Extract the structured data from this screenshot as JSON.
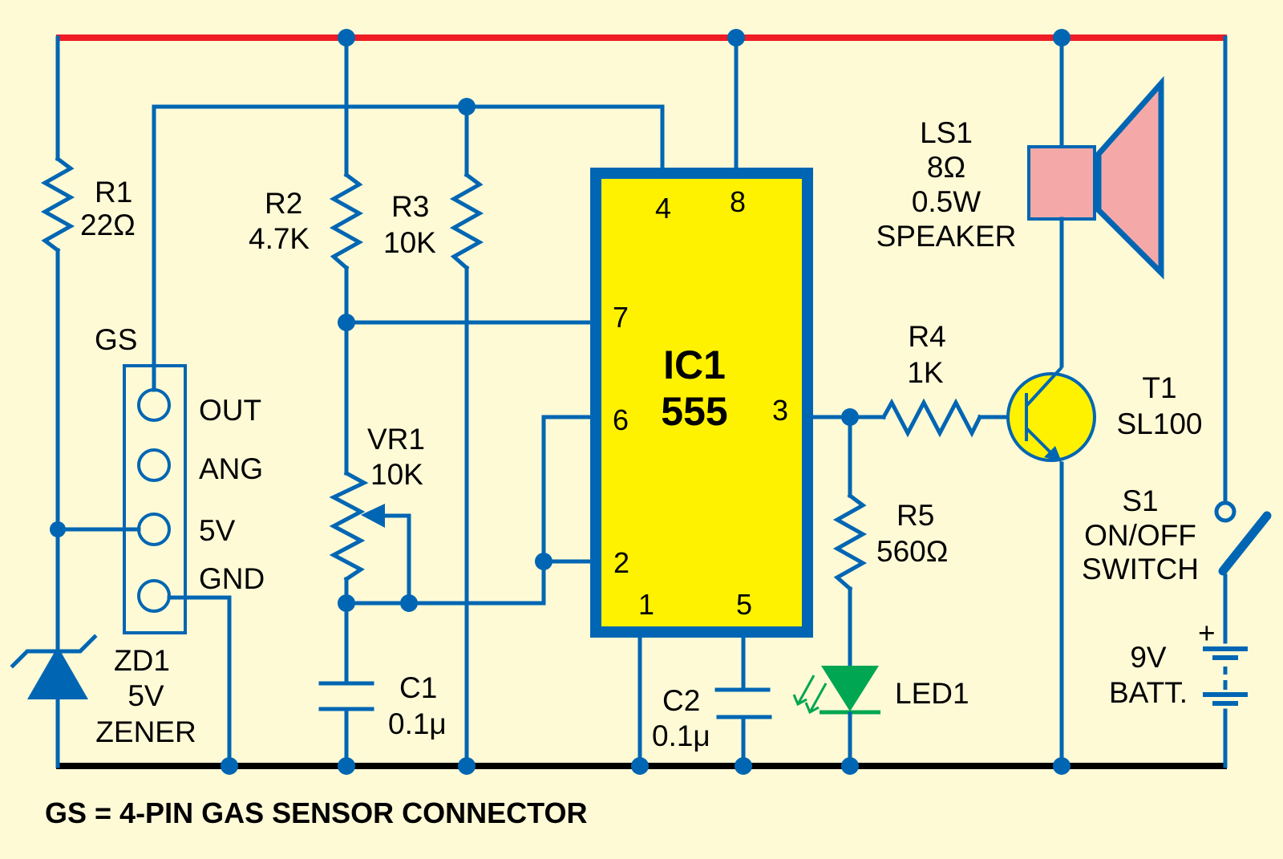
{
  "colors": {
    "background": "#fefad6",
    "wire": "#0066b3",
    "positive_rail": "#ee1c25",
    "ground_rail": "#000000",
    "ic_fill": "#fff200",
    "speaker_fill": "#f4a9a8",
    "led": "#00a651"
  },
  "components": {
    "r1": {
      "ref": "R1",
      "value": "22Ω"
    },
    "r2": {
      "ref": "R2",
      "value": "4.7K"
    },
    "r3": {
      "ref": "R3",
      "value": "10K"
    },
    "r4": {
      "ref": "R4",
      "value": "1K"
    },
    "r5": {
      "ref": "R5",
      "value": "560Ω"
    },
    "vr1": {
      "ref": "VR1",
      "value": "10K"
    },
    "c1": {
      "ref": "C1",
      "value": "0.1μ"
    },
    "c2": {
      "ref": "C2",
      "value": "0.1μ"
    },
    "ic1": {
      "ref": "IC1",
      "value": "555",
      "pins": {
        "p1": "1",
        "p2": "2",
        "p3": "3",
        "p4": "4",
        "p5": "5",
        "p6": "6",
        "p7": "7",
        "p8": "8"
      }
    },
    "ls1": {
      "ref": "LS1",
      "line1": "8Ω",
      "line2": "0.5W",
      "line3": "SPEAKER"
    },
    "t1": {
      "ref": "T1",
      "value": "SL100"
    },
    "s1": {
      "ref": "S1",
      "line1": "ON/OFF",
      "line2": "SWITCH"
    },
    "batt": {
      "plus": "+",
      "line1": "9V",
      "line2": "BATT."
    },
    "led1": {
      "ref": "LED1"
    },
    "zd1": {
      "ref": "ZD1",
      "line1": "5V",
      "line2": "ZENER"
    },
    "gs": {
      "ref": "GS",
      "pins": [
        "OUT",
        "ANG",
        "5V",
        "GND"
      ]
    }
  },
  "footnote": "GS = 4-PIN GAS SENSOR CONNECTOR"
}
